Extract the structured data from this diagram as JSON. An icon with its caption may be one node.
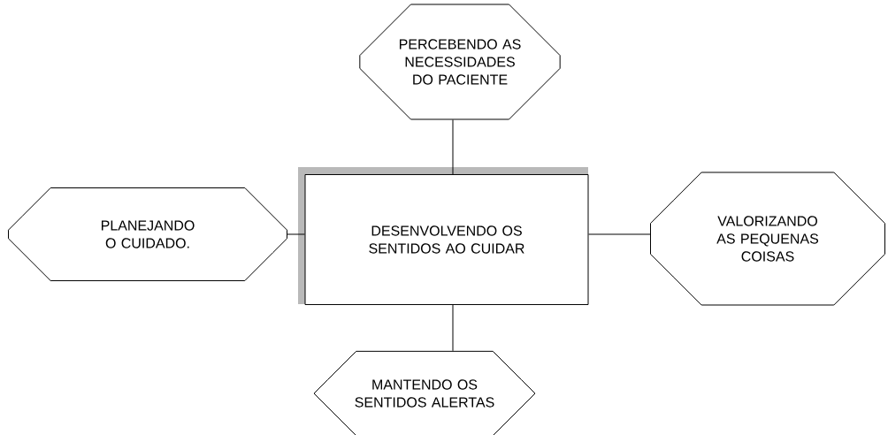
{
  "diagram": {
    "nodes": [
      {
        "text": [
          "PERCEBENDO AS NECESSIDADES DO PACIENTE"
        ]
      },
      {
        "text": [
          "PLANEJANDO O CUIDADO."
        ]
      },
      {
        "text": [
          "DESENVOLVENDO OS SENTIDOS AO CUIDAR"
        ]
      },
      {
        "text": [
          "VALORIZANDO AS PEQUENAS COISAS"
        ]
      },
      {
        "text": [
          "MANTENDO OS SENTIDOS ALERTAS"
        ]
      }
    ],
    "edges": [
      {
        "from": 0,
        "to": 2,
        "arrow": "none"
      },
      {
        "from": 1,
        "to": 2,
        "arrow": "none"
      },
      {
        "from": 2,
        "to": 3,
        "arrow": "none"
      },
      {
        "from": 2,
        "to": 4,
        "arrow": "none"
      }
    ]
  }
}
